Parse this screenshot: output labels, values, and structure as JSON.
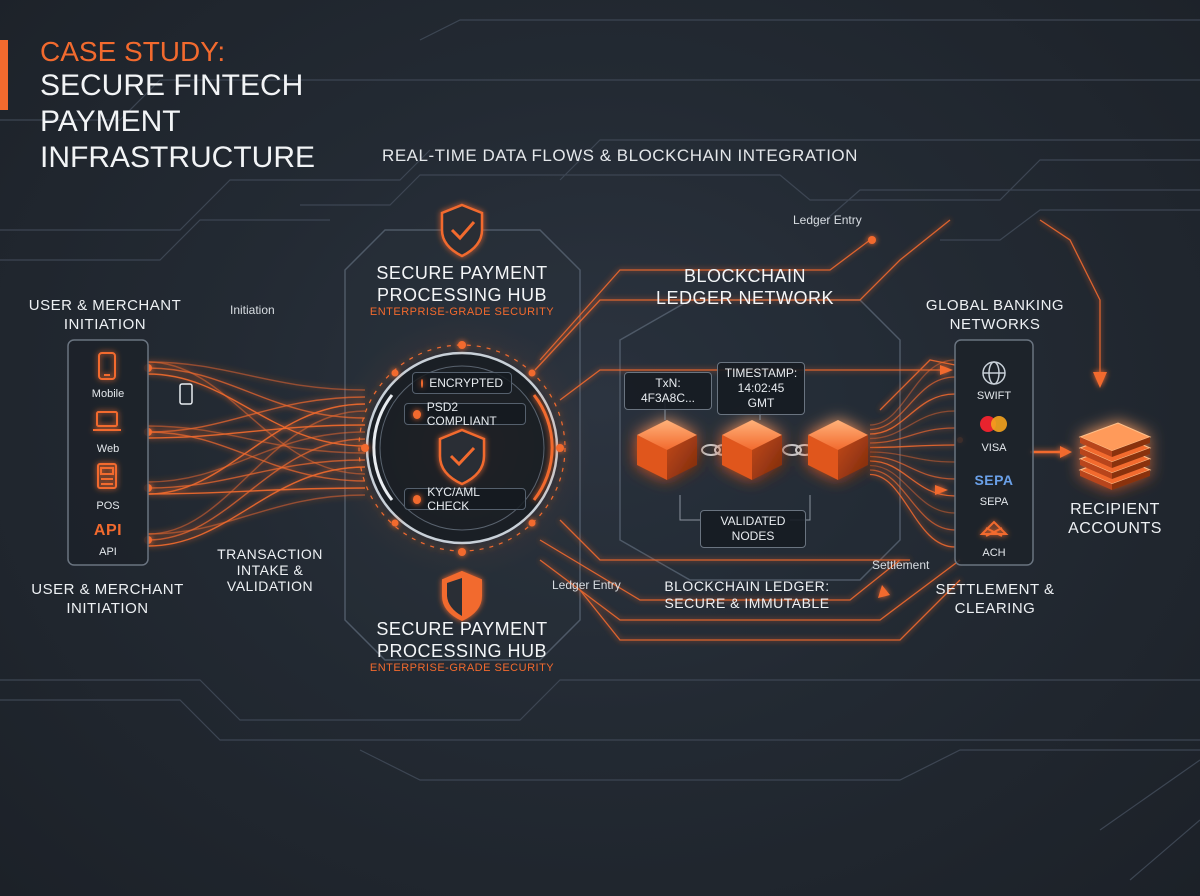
{
  "header": {
    "title_line1": "CASE STUDY:",
    "title_line2": "SECURE FINTECH PAYMENT INFRASTRUCTURE",
    "subtitle": "REAL-TIME DATA FLOWS & BLOCKCHAIN INTEGRATION"
  },
  "sources": {
    "title": "USER & MERCHANT INITIATION",
    "bottom_title": "USER & MERCHANT INITIATION",
    "channels": [
      {
        "label": "Mobile",
        "icon": "smartphone-icon"
      },
      {
        "label": "Web",
        "icon": "laptop-icon"
      },
      {
        "label": "POS",
        "icon": "pos-terminal-icon"
      },
      {
        "label": "API",
        "icon": "API"
      }
    ],
    "initiation_label": "Initiation",
    "intake_label": "TRANSACTION INTAKE & VALIDATION"
  },
  "hub": {
    "title": "SECURE PAYMENT PROCESSING HUB",
    "tagline": "ENTERPRISE-GRADE SECURITY",
    "bottom_title": "SECURE PAYMENT PROCESSING HUB",
    "bottom_tagline": "ENTERPRISE-GRADE SECURITY",
    "checks": [
      "ENCRYPTED",
      "PSD2 COMPLIANT",
      "KYC/AML CHECK"
    ]
  },
  "blockchain": {
    "title": "BLOCKCHAIN LEDGER NETWORK",
    "txn_label": "TxN: 4F3A8C...",
    "timestamp_label": "TIMESTAMP: 14:02:45 GMT",
    "validated_label": "VALIDATED NODES",
    "ledger_entry_top": "Ledger Entry",
    "ledger_entry_bottom": "Ledger Entry",
    "bottom_title": "BLOCKCHAIN LEDGER: SECURE & IMMUTABLE"
  },
  "banking": {
    "title": "GLOBAL BANKING NETWORKS",
    "networks": [
      {
        "label": "SWIFT",
        "icon": "globe-icon"
      },
      {
        "label": "VISA",
        "icon": "card-circles-icon"
      },
      {
        "label": "SEPA",
        "icon": "SEPA"
      },
      {
        "label": "ACH",
        "icon": "bank-icon"
      }
    ],
    "settlement_label": "Settlement",
    "bottom_title": "SETTLEMENT & CLEARING"
  },
  "recipient": {
    "title": "RECIPIENT ACCOUNTS",
    "icon": "money-stack-icon"
  },
  "colors": {
    "accent": "#f26a2e",
    "background": "#232a33",
    "line": "#4a5563",
    "text": "#eef1f4"
  }
}
